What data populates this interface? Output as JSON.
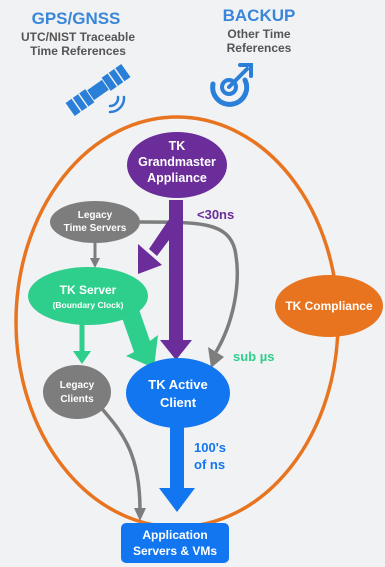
{
  "gps": {
    "title": "GPS/GNSS",
    "line1": "UTC/NIST Traceable",
    "line2": "Time References"
  },
  "backup": {
    "title": "BACKUP",
    "line1": "Other Time",
    "line2": "References"
  },
  "nodes": {
    "grandmaster": {
      "line1": "TK",
      "line2": "Grandmaster",
      "line3": "Appliance"
    },
    "legacy_servers": {
      "line1": "Legacy",
      "line2": "Time Servers"
    },
    "tk_server": {
      "line1": "TK Server",
      "line2": "(Boundary Clock)"
    },
    "legacy_clients": {
      "line1": "Legacy",
      "line2": "Clients"
    },
    "active_client": {
      "line1": "TK Active",
      "line2": "Client"
    },
    "compliance": {
      "label": "TK Compliance"
    },
    "app_servers": {
      "line1": "Application",
      "line2": "Servers & VMs"
    }
  },
  "annotations": {
    "lt30ns": "<30ns",
    "sub_us": "sub µs",
    "hundreds_line1": "100's",
    "hundreds_line2": "of ns"
  },
  "colors": {
    "blue_title": "#3a86d8",
    "purple": "#6a2d9a",
    "green": "#2ecf8c",
    "gray": "#7d7d7d",
    "orange": "#e8741f",
    "blue": "#1276f0",
    "icon_blue": "#2a7fd8"
  }
}
